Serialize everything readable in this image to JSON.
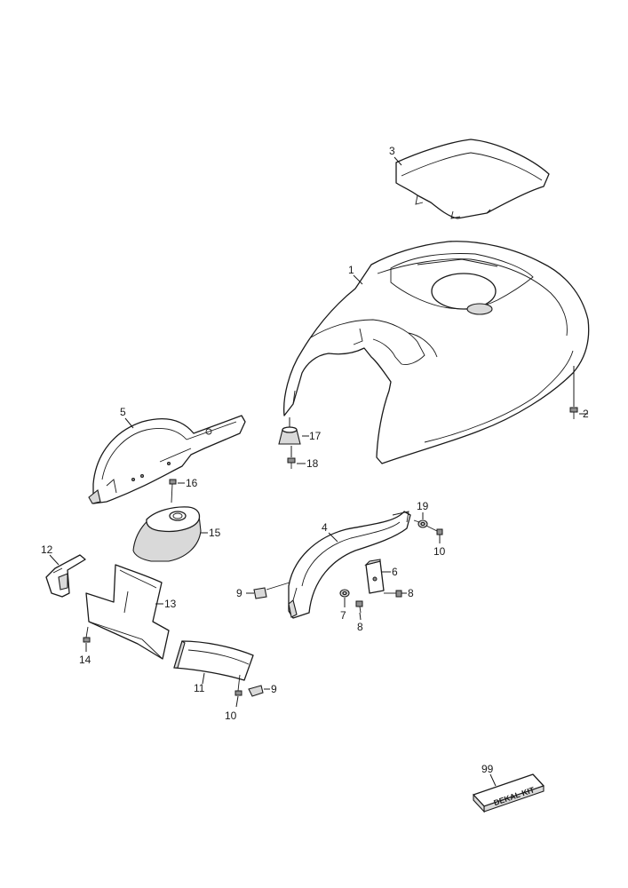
{
  "callouts": {
    "c1": "1",
    "c2": "2",
    "c3": "3",
    "c4": "4",
    "c5": "5",
    "c6": "6",
    "c7": "7",
    "c8a": "8",
    "c8b": "8",
    "c9a": "9",
    "c9b": "9",
    "c10a": "10",
    "c10b": "10",
    "c11": "11",
    "c12": "12",
    "c13": "13",
    "c14": "14",
    "c15": "15",
    "c16": "16",
    "c17": "17",
    "c18": "18",
    "c19": "19",
    "c99": "99"
  },
  "decal_kit_label": "DEKAL KIT"
}
